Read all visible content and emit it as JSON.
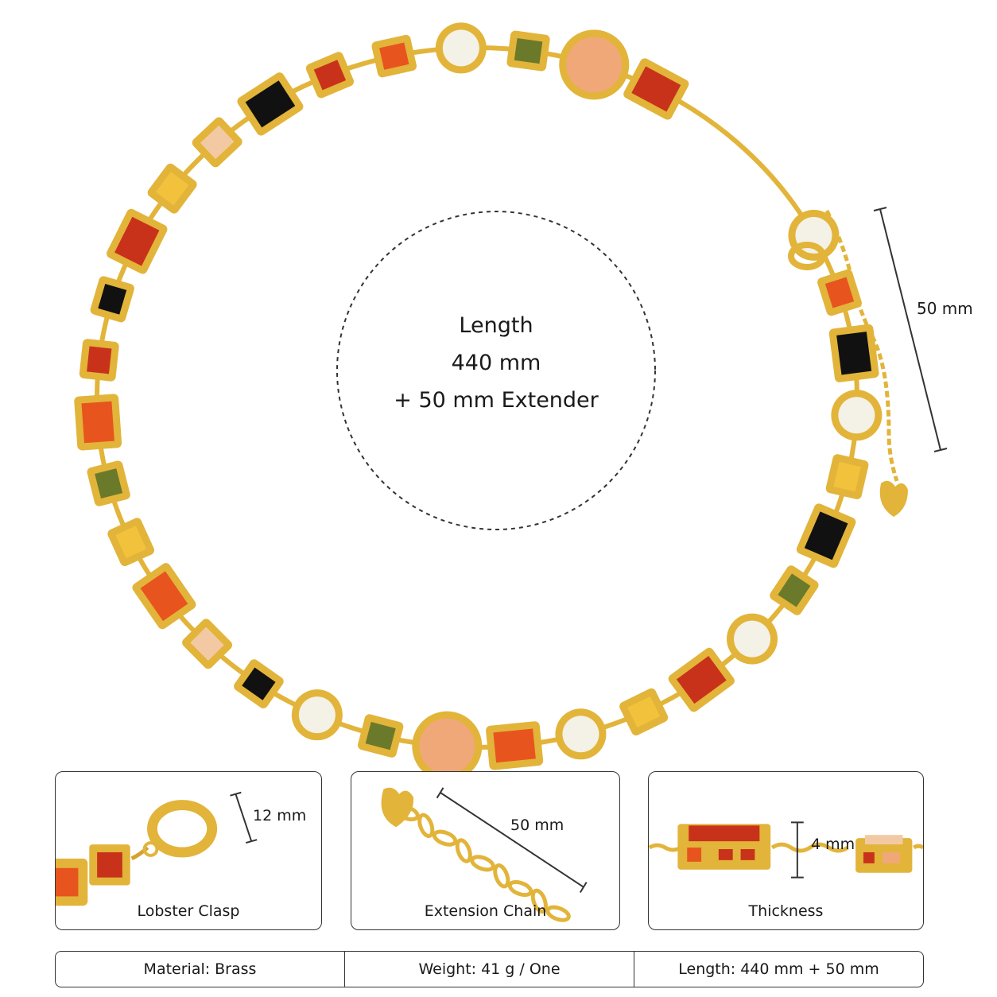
{
  "center": {
    "line1": "Length",
    "line2": "440 mm",
    "line3": "+ 50 mm Extender"
  },
  "extender_dimension": "50 mm",
  "panels": [
    {
      "caption": "Lobster Clasp",
      "dimension": "12 mm"
    },
    {
      "caption": "Extension Chain",
      "dimension": "50 mm"
    },
    {
      "caption": "Thickness",
      "dimension": "4 mm"
    }
  ],
  "specs": [
    {
      "label": "Material:",
      "value": "Brass"
    },
    {
      "label": "Weight:",
      "value": "41 g / One"
    },
    {
      "label": "Length:",
      "value": "440 mm + 50 mm"
    }
  ],
  "colors": {
    "gold": "#e2b43a",
    "ruby": "#c8321a",
    "orange": "#e8541e",
    "black": "#111111",
    "olive": "#6b7a2a",
    "yellow": "#f2c23c",
    "champagne": "#f0a878",
    "clear": "#f4f1e6",
    "peach": "#f3c9a3"
  }
}
